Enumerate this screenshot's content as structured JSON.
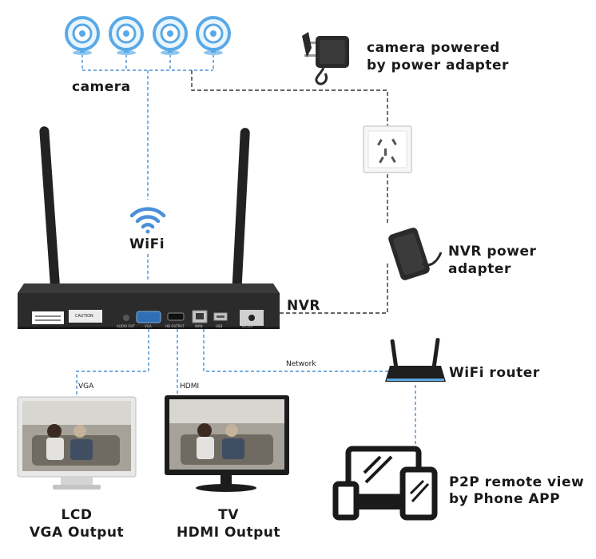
{
  "labels": {
    "camera": "camera",
    "camera_power_line1": "camera powered",
    "camera_power_line2": "by power  adapter",
    "wifi": "WiFi",
    "nvr": "NVR",
    "nvr_power_line1": "NVR power",
    "nvr_power_line2": "adapter",
    "network": "Network",
    "wifi_router": "WiFi router",
    "vga": "VGA",
    "hdmi": "HDMI",
    "lcd_line1": "LCD",
    "lcd_line2": "VGA Output",
    "tv_line1": "TV",
    "tv_line2": "HDMI Output",
    "p2p_line1": "P2P remote view",
    "p2p_line2": "by Phone APP"
  },
  "nvr_ports": [
    "AUDIO OUT",
    "VGA",
    "HD OUTPUT",
    "WAN",
    "USB",
    "DC12V"
  ],
  "nvr_sticker": "CAUTION",
  "colors": {
    "wireless_link": "#4a90d9",
    "wired_link": "#333333",
    "camera_ring": "#5aa9e6",
    "nvr_body": "#2b2b2b"
  }
}
